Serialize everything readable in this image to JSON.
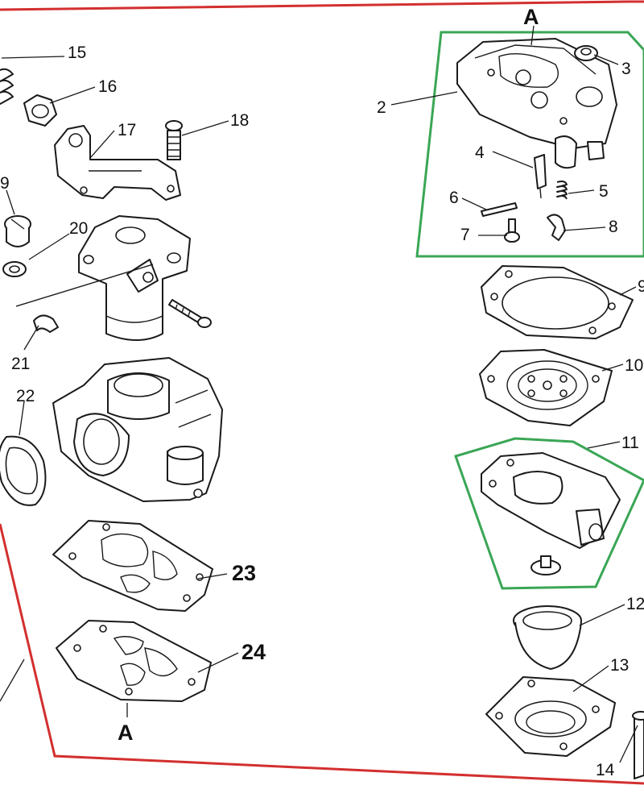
{
  "diagram": {
    "outline_colors": {
      "red": "#d32f2f",
      "green": "#3aa655"
    },
    "labels": {
      "A_top": "A",
      "A_bottom": "A",
      "p2": "2",
      "p3": "3",
      "p4": "4",
      "p5": "5",
      "p6": "6",
      "p7": "7",
      "p8": "8",
      "p9_right": "9",
      "p10": "10",
      "p11": "11",
      "p12": "12",
      "p13": "13",
      "p14": "14",
      "p15": "15",
      "p16": "16",
      "p17": "17",
      "p18": "18",
      "p9_left": "9",
      "p20": "20",
      "p21": "21",
      "p22": "22",
      "p23": "23",
      "p24": "24"
    }
  }
}
